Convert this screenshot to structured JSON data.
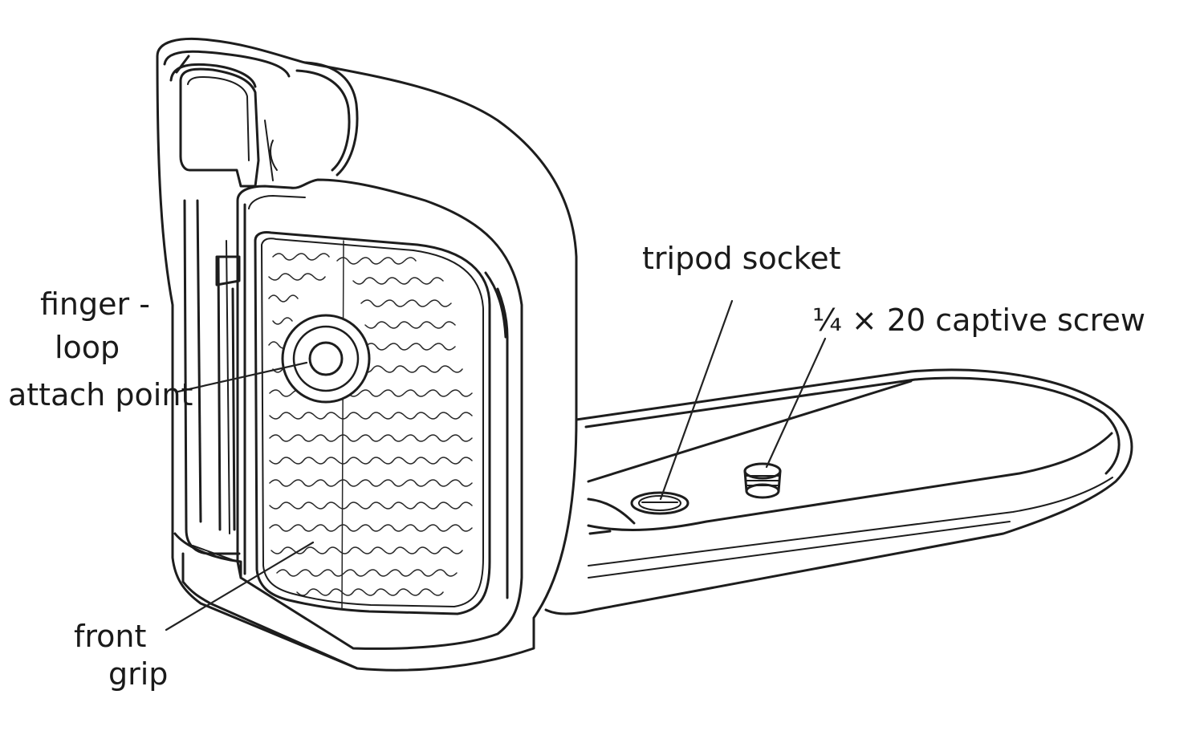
{
  "labels": {
    "finger_loop_line1": "finger -",
    "finger_loop_line2": "loop",
    "finger_loop_line3": "attach point",
    "tripod_socket": "tripod socket",
    "captive_screw": "¼ × 20 captive screw",
    "front_grip_line1": "front",
    "front_grip_line2": "grip"
  },
  "colors": {
    "ink": "#1d1d1d",
    "paper": "#ffffff"
  }
}
